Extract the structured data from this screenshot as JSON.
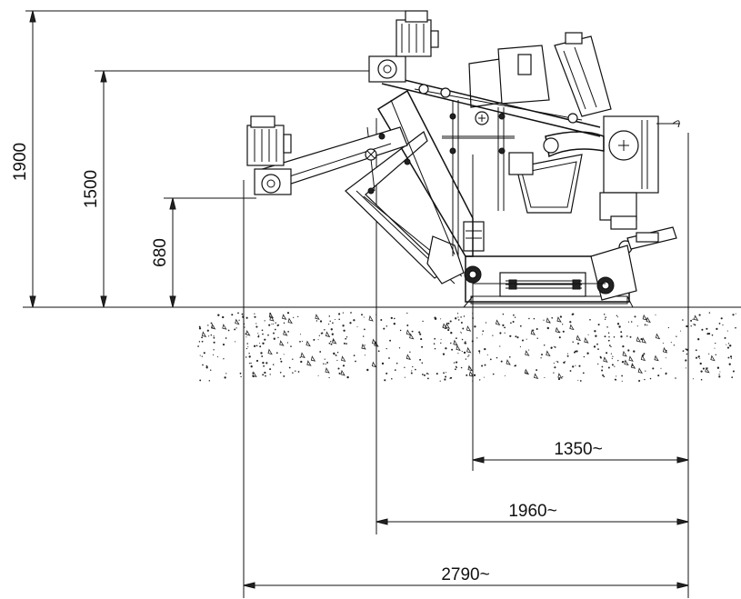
{
  "dimensions": {
    "height_total": "1900",
    "height_mid": "1500",
    "height_low": "680",
    "width_small": "1350~",
    "width_mid": "1960~",
    "width_total": "2790~"
  },
  "colors": {
    "line": "#111111",
    "background": "#ffffff"
  }
}
